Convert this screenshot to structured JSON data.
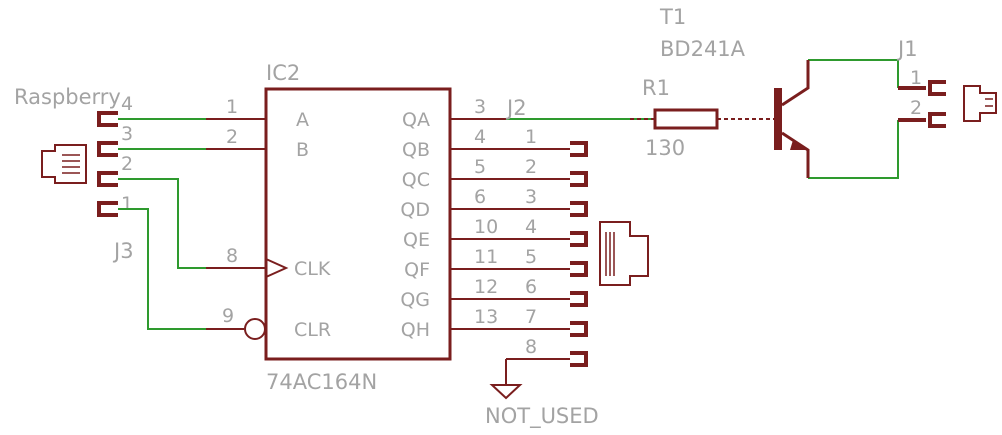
{
  "colors": {
    "symbol": "#7a1e1e",
    "wire": "#2e9a2e",
    "text": "#a3a3a3",
    "background": "#ffffff"
  },
  "ic2": {
    "name": "IC2",
    "value": "74AC164N",
    "left_pins": [
      {
        "num": "1",
        "label": "A"
      },
      {
        "num": "2",
        "label": "B"
      },
      {
        "num": "8",
        "label": "CLK"
      },
      {
        "num": "9",
        "label": "CLR"
      }
    ],
    "right_pins": [
      {
        "num": "3",
        "label": "QA"
      },
      {
        "num": "4",
        "label": "QB"
      },
      {
        "num": "5",
        "label": "QC"
      },
      {
        "num": "6",
        "label": "QD"
      },
      {
        "num": "10",
        "label": "QE"
      },
      {
        "num": "11",
        "label": "QF"
      },
      {
        "num": "12",
        "label": "QG"
      },
      {
        "num": "13",
        "label": "QH"
      }
    ]
  },
  "j3": {
    "name": "J3",
    "caption": "Raspberry",
    "pins": [
      "4",
      "3",
      "2",
      "1"
    ]
  },
  "j2": {
    "name": "J2",
    "pins": [
      "1",
      "2",
      "3",
      "4",
      "5",
      "6",
      "7",
      "8"
    ]
  },
  "r1": {
    "name": "R1",
    "value": "130"
  },
  "t1": {
    "name": "T1",
    "value": "BD241A"
  },
  "j1": {
    "name": "J1",
    "pins": [
      "1",
      "2"
    ]
  },
  "ground": {
    "label": "NOT_USED"
  }
}
